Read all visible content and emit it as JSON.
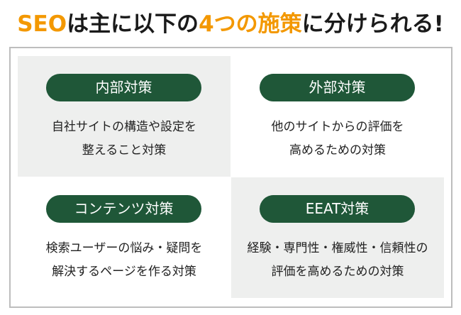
{
  "title": {
    "part1": "SEO",
    "part2": "は主に以下の",
    "part3": "4つの施策",
    "part4": "に分けられる!"
  },
  "colors": {
    "accent": "#f39800",
    "pill": "#1f5738",
    "cell_gray": "#eeefee",
    "frame_border": "#bdbdbd",
    "text": "#222222"
  },
  "cells": [
    {
      "label": "内部対策",
      "line1": "自社サイトの構造や設定を",
      "line2": "整えること対策"
    },
    {
      "label": "外部対策",
      "line1": "他のサイトからの評価を",
      "line2": "高めるための対策"
    },
    {
      "label": "コンテンツ対策",
      "line1": "検索ユーザーの悩み・疑問を",
      "line2": "解決するページを作る対策"
    },
    {
      "label": "EEAT対策",
      "line1": "経験・専門性・権威性・信頼性の",
      "line2": "評価を高めるための対策"
    }
  ]
}
